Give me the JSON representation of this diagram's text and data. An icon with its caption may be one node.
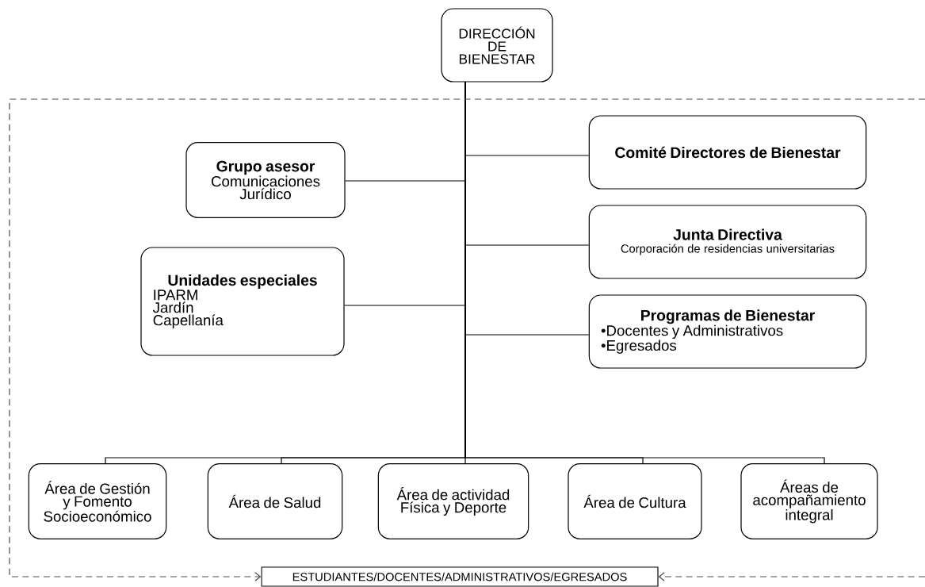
{
  "diagram": {
    "nodes": [
      {
        "text": [
          "DIRECCIÓN DE BIENESTAR"
        ]
      },
      {
        "text": [
          "Grupo asesor",
          "Comunicaciones",
          "Jurídico"
        ]
      },
      {
        "text": [
          "Comité Directores de Bienestar"
        ]
      },
      {
        "text": [
          "Junta Directiva",
          "Corporación de residencias universitarias"
        ]
      },
      {
        "text": [
          "Unidades especiales",
          "IPARM",
          "Jardín",
          "Capellanía"
        ]
      },
      {
        "text": [
          "Programas de Bienestar",
          "•Docentes y Administrativos",
          "•Egresados"
        ]
      },
      {
        "text": [
          "Área de Gestión y Fomento Socioeconómico"
        ]
      },
      {
        "text": [
          "Área de Salud"
        ]
      },
      {
        "text": [
          "Área de actividad Física y Deporte"
        ]
      },
      {
        "text": [
          "Área de Cultura"
        ]
      },
      {
        "text": [
          "Áreas de acompañamiento integral"
        ]
      },
      {
        "text": [
          "ESTUDIANTES/DOCENTES/ADMINISTRATIVOS/EGRESADOS"
        ]
      }
    ],
    "edges": [
      {
        "from": 0,
        "to": 1,
        "arrow": "none"
      },
      {
        "from": 0,
        "to": 2,
        "arrow": "none"
      },
      {
        "from": 0,
        "to": 3,
        "arrow": "none"
      },
      {
        "from": 0,
        "to": 4,
        "arrow": "none"
      },
      {
        "from": 0,
        "to": 5,
        "arrow": "none"
      },
      {
        "from": 0,
        "to": 6,
        "arrow": "none"
      },
      {
        "from": 0,
        "to": 7,
        "arrow": "none"
      },
      {
        "from": 0,
        "to": 8,
        "arrow": "none"
      },
      {
        "from": 0,
        "to": 9,
        "arrow": "none"
      },
      {
        "from": 0,
        "to": 10,
        "arrow": "none"
      },
      {
        "from": null,
        "to": 11,
        "arrow": "to",
        "style": "dashed"
      },
      {
        "from": null,
        "to": 11,
        "arrow": "to",
        "style": "dashed"
      }
    ]
  }
}
